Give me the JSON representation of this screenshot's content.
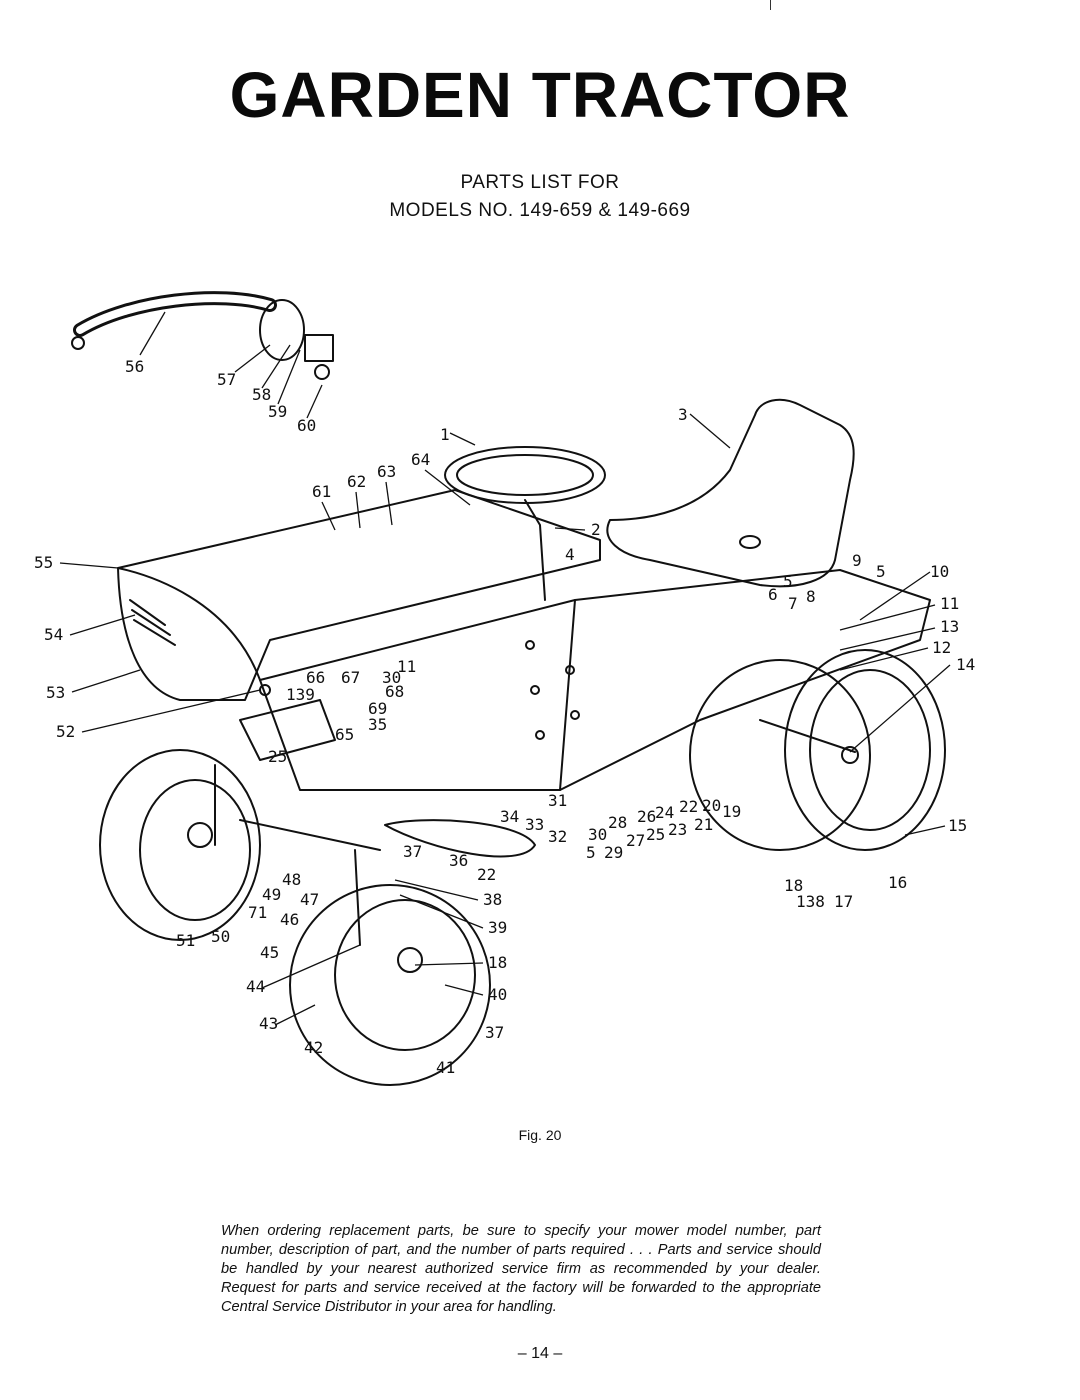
{
  "title": "GARDEN TRACTOR",
  "subtitle": {
    "line1": "PARTS LIST FOR",
    "line2": "MODELS NO. 149-659 & 149-669"
  },
  "figure_caption": "Fig. 20",
  "part_numbers": [
    "56",
    "57",
    "58",
    "59",
    "60",
    "1",
    "3",
    "64",
    "63",
    "61",
    "62",
    "2",
    "4",
    "55",
    "54",
    "53",
    "52",
    "139",
    "66",
    "67",
    "30",
    "11",
    "68",
    "69",
    "65",
    "35",
    "25",
    "5",
    "6",
    "7",
    "8",
    "9",
    "10",
    "11",
    "13",
    "12",
    "14",
    "15",
    "16",
    "17",
    "138",
    "18",
    "19",
    "20",
    "21",
    "22",
    "23",
    "24",
    "25",
    "26",
    "27",
    "28",
    "29",
    "30",
    "31",
    "32",
    "33",
    "34",
    "36",
    "37",
    "38",
    "39",
    "40",
    "41",
    "42",
    "43",
    "44",
    "45",
    "46",
    "47",
    "48",
    "49",
    "50",
    "51",
    "71"
  ],
  "ordering_note": "When ordering replacement parts, be sure to specify your mower model number, part number, description of part, and the number of parts required . . . Parts and service should be handled by your nearest authorized service firm as recommended by your dealer. Request for parts and service received at the factory will be forwarded to the appropriate Central Service Distributor in your area for handling.",
  "page_number": "– 14 –"
}
